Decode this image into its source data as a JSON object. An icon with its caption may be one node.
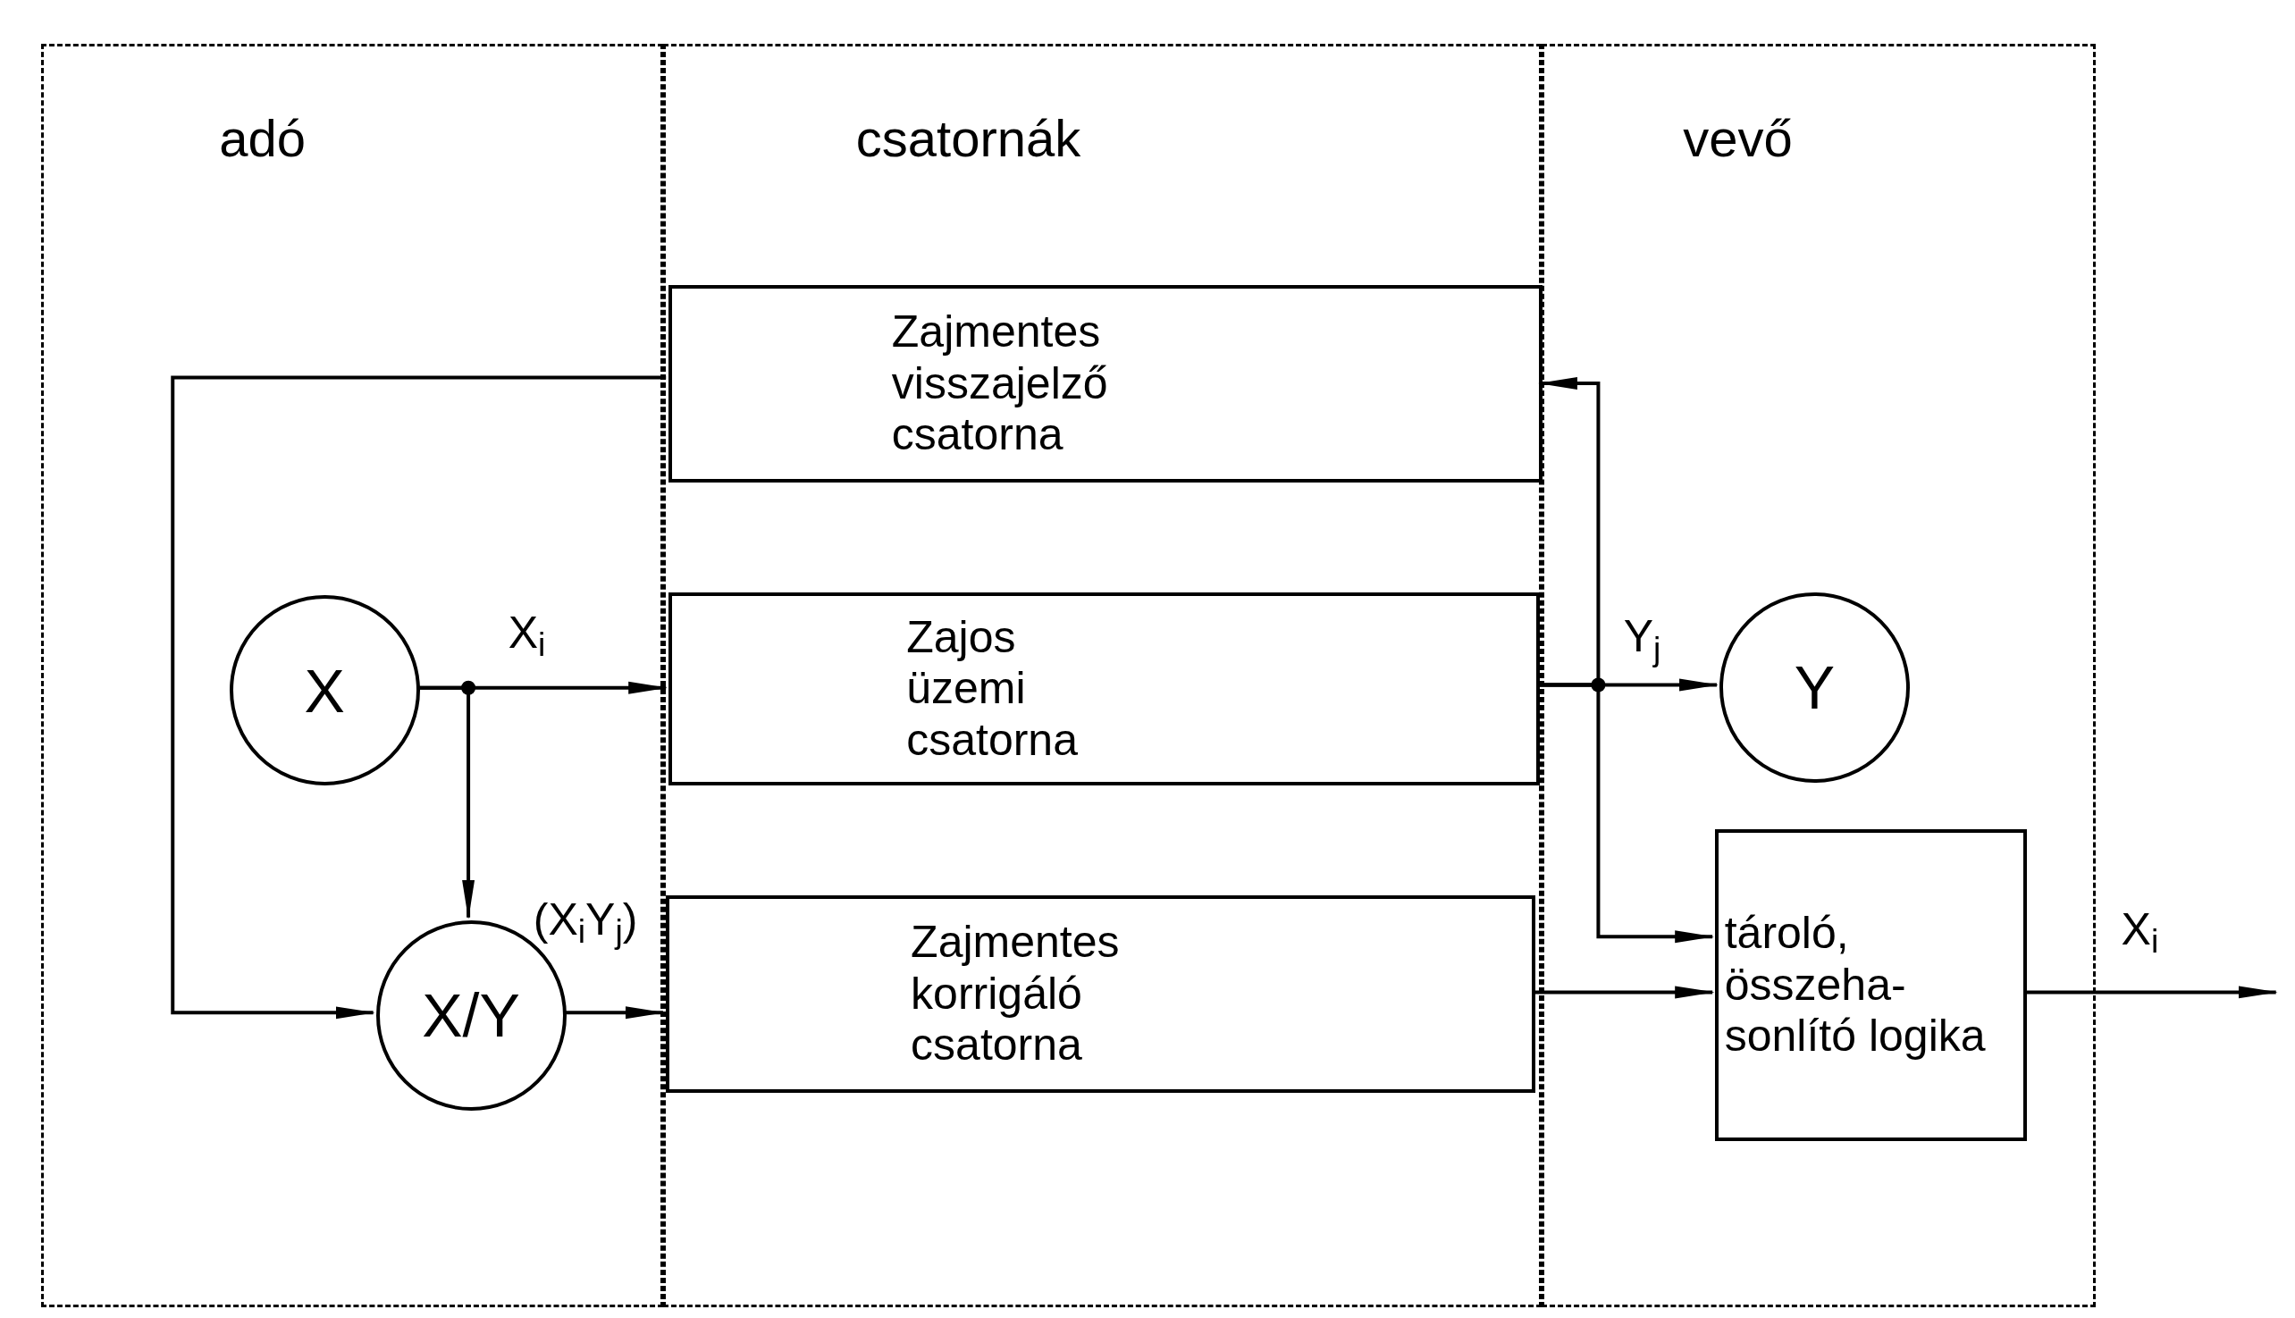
{
  "diagram": {
    "nodes": [
      {
        "text": [
          "adó"
        ]
      },
      {
        "text": [
          "csatornák"
        ]
      },
      {
        "text": [
          "vevő"
        ]
      },
      {
        "text": [
          "Zajmentes visszajelző csatorna"
        ],
        "in": 1
      },
      {
        "text": [
          "Zajos üzemi csatorna"
        ],
        "in": 1
      },
      {
        "text": [
          "Zajmentes korrigáló csatorna"
        ],
        "in": 1
      },
      {
        "text": [
          "X"
        ],
        "in": 0
      },
      {
        "text": [
          "X/Y"
        ],
        "in": 0
      },
      {
        "text": [
          "Y"
        ],
        "in": 2
      },
      {
        "text": [
          "tároló, összeha-sonlító logika"
        ],
        "in": 2
      }
    ],
    "edges": [
      {
        "from": 6,
        "to": 4,
        "arrow": "to",
        "label": "X$_{i}$"
      },
      {
        "from": 6,
        "to": 7,
        "arrow": "to"
      },
      {
        "from": 7,
        "to": 5,
        "arrow": "to",
        "label": "(X$_{i}$Y$_{j}$)"
      },
      {
        "from": 3,
        "to": 7,
        "arrow": "to"
      },
      {
        "from": 4,
        "to": 8,
        "arrow": "to",
        "label": "Y$_{j}$"
      },
      {
        "from": 4,
        "to": 3,
        "arrow": "to"
      },
      {
        "from": 4,
        "to": 9,
        "arrow": "to"
      },
      {
        "from": 5,
        "to": 9,
        "arrow": "to"
      },
      {
        "from": 9,
        "to": null,
        "arrow": "to",
        "label": "X$_{i}$"
      }
    ]
  }
}
